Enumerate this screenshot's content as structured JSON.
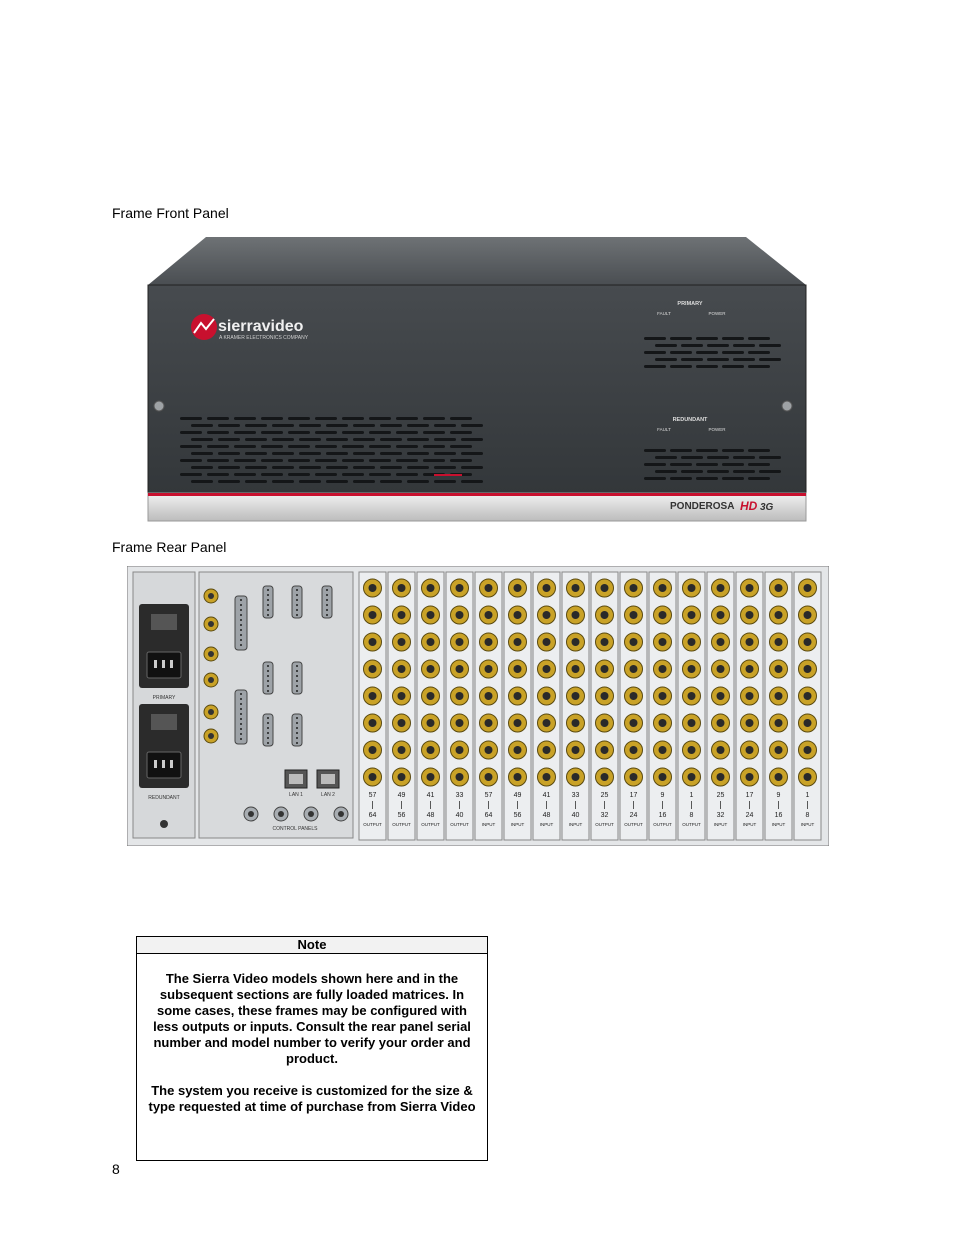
{
  "captions": {
    "front": "Frame Front Panel",
    "rear": "Frame Rear Panel"
  },
  "front_panel": {
    "brand": "sierravideo",
    "brand_tagline": "A KRAMER ELECTRONICS COMPANY",
    "primary_label": "PRIMARY",
    "redundant_label": "REDUNDANT",
    "fault_label": "FAULT",
    "power_label": "POWER",
    "model_name": "PONDEROSA",
    "model_suffix": "HD",
    "model_suffix_small": "3G",
    "colors": {
      "body": "#3b3f43",
      "accent_red": "#c8102e",
      "trim": "#d9d9d9"
    }
  },
  "rear_panel": {
    "psu_labels": [
      "PRIMARY",
      "REDUNDANT"
    ],
    "lan_labels": [
      "LAN 1",
      "LAN 2"
    ],
    "control_panels_label": "CONTROL PANELS",
    "cards": [
      {
        "top": "57",
        "bottom": "64",
        "type": "OUTPUT"
      },
      {
        "top": "49",
        "bottom": "56",
        "type": "OUTPUT"
      },
      {
        "top": "41",
        "bottom": "48",
        "type": "OUTPUT"
      },
      {
        "top": "33",
        "bottom": "40",
        "type": "OUTPUT"
      },
      {
        "top": "57",
        "bottom": "64",
        "type": "INPUT"
      },
      {
        "top": "49",
        "bottom": "56",
        "type": "INPUT"
      },
      {
        "top": "41",
        "bottom": "48",
        "type": "INPUT"
      },
      {
        "top": "33",
        "bottom": "40",
        "type": "INPUT"
      },
      {
        "top": "25",
        "bottom": "32",
        "type": "OUTPUT"
      },
      {
        "top": "17",
        "bottom": "24",
        "type": "OUTPUT"
      },
      {
        "top": "9",
        "bottom": "16",
        "type": "OUTPUT"
      },
      {
        "top": "1",
        "bottom": "8",
        "type": "OUTPUT"
      },
      {
        "top": "25",
        "bottom": "32",
        "type": "INPUT"
      },
      {
        "top": "17",
        "bottom": "24",
        "type": "INPUT"
      },
      {
        "top": "9",
        "bottom": "16",
        "type": "INPUT"
      },
      {
        "top": "1",
        "bottom": "8",
        "type": "INPUT"
      }
    ]
  },
  "note": {
    "title": "Note",
    "paragraph1": "The Sierra Video models shown here and in the subsequent sections are fully loaded matrices. In some cases, these frames may be configured with less outputs or inputs. Consult the rear panel serial number and model number to verify your order and product.",
    "paragraph2": "The system you receive is customized for the size & type requested at time of purchase from Sierra Video"
  },
  "page_number": "8"
}
